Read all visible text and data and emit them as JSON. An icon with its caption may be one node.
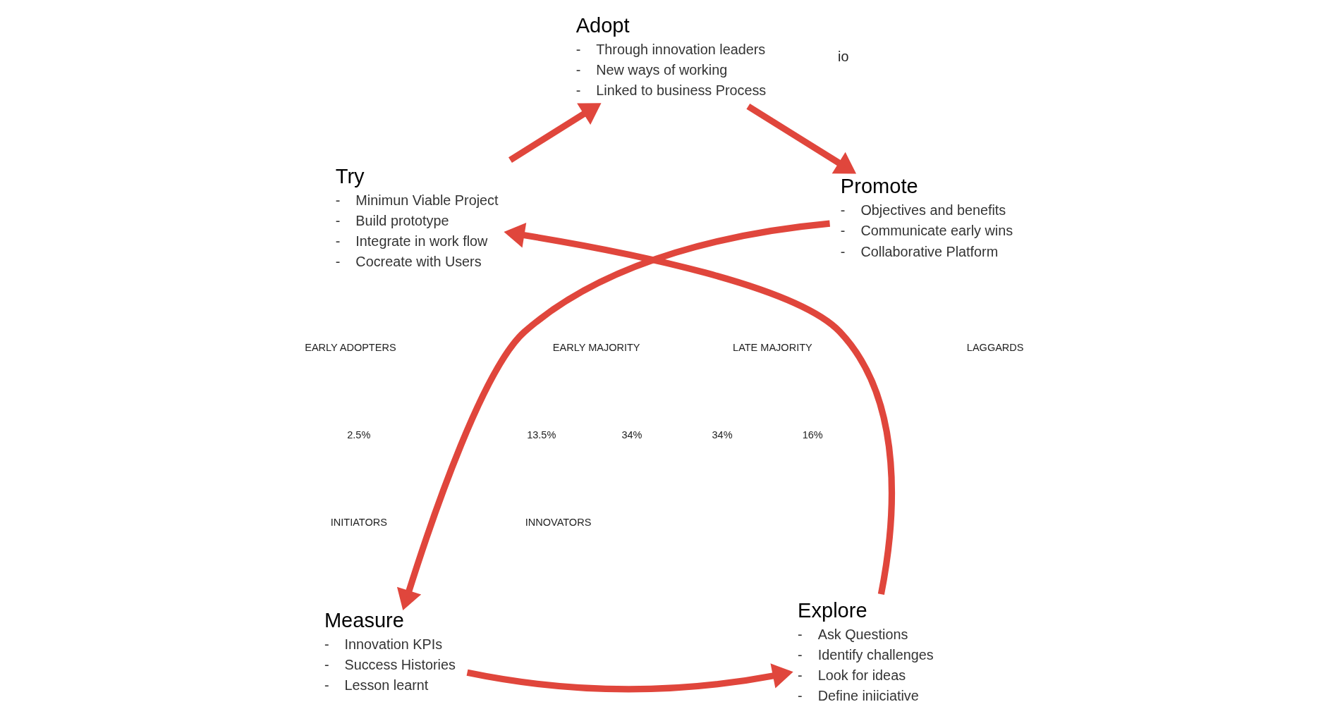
{
  "diagram": {
    "nodes": [
      {
        "text": [
          "Adopt",
          "-    Through innovation leaders",
          "-    New ways of working",
          "-    Linked to business Process"
        ]
      },
      {
        "text": [
          "Promote",
          "-    Objectives and benefits",
          "-    Communicate early wins",
          "-    Collaborative Platform"
        ]
      },
      {
        "text": [
          "Measure",
          "-    Innovation KPIs",
          "-    Success Histories",
          "-    Lesson learnt"
        ]
      },
      {
        "text": [
          "Explore",
          "-    Ask Questions",
          "-    Identify challenges",
          "-    Look for ideas",
          "-    Define iniiciative"
        ]
      },
      {
        "text": [
          "Try",
          "-    Minimun Viable Project",
          "-    Build prototype",
          "-    Integrate in work flow",
          "-    Cocreate with Users"
        ]
      }
    ],
    "edges": [
      {
        "from": 4,
        "to": 0,
        "arrow": "to"
      },
      {
        "from": 0,
        "to": 1,
        "arrow": "to"
      },
      {
        "from": 1,
        "to": 2,
        "arrow": "to"
      },
      {
        "from": 2,
        "to": 3,
        "arrow": "to"
      },
      {
        "from": 3,
        "to": 4,
        "arrow": "to"
      }
    ],
    "labels": [
      "io",
      "EARLY ADOPTERS",
      "EARLY MAJORITY",
      "LATE MAJORITY",
      "LAGGARDS",
      "2.5%",
      "13.5%",
      "34%",
      "34%",
      "16%",
      "INITIATORS",
      "INNOVATORS"
    ]
  }
}
